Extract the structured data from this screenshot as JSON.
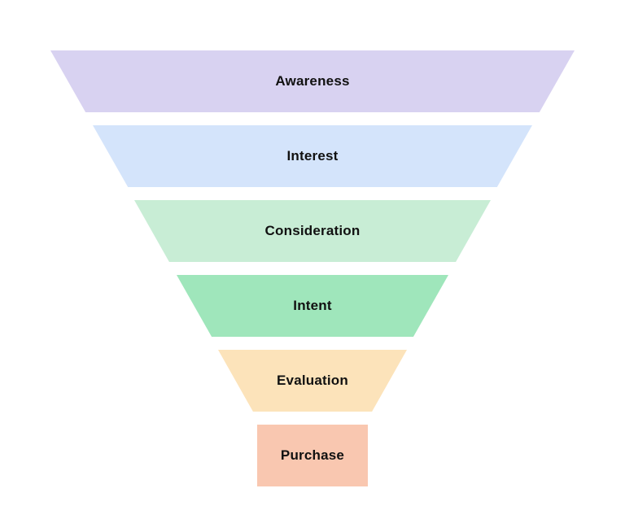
{
  "canvas": {
    "background": "#ffffff",
    "text_color": "#111111"
  },
  "funnel": {
    "type": "marketing-funnel",
    "stages": [
      {
        "label": "Awareness",
        "color": "#d8d2f1"
      },
      {
        "label": "Interest",
        "color": "#d4e4fb"
      },
      {
        "label": "Consideration",
        "color": "#c8edd5"
      },
      {
        "label": "Intent",
        "color": "#9fe6bb"
      },
      {
        "label": "Evaluation",
        "color": "#fce3ba"
      },
      {
        "label": "Purchase",
        "color": "#f9c7b0"
      }
    ]
  }
}
